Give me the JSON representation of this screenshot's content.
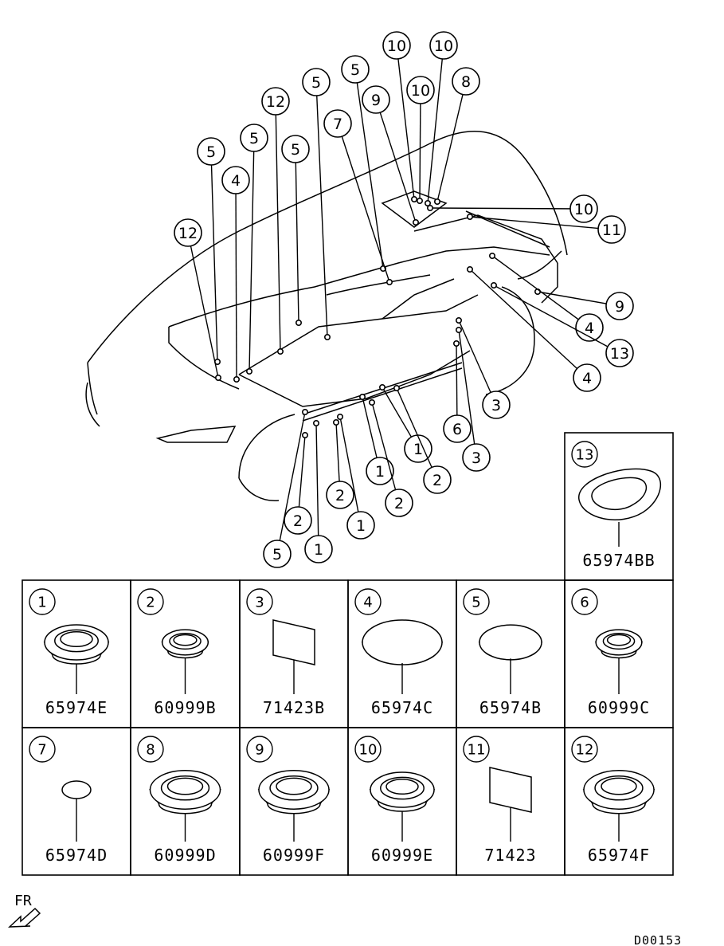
{
  "figure": {
    "code": "D00153",
    "direction_label": "FR"
  },
  "callouts": [
    {
      "n": "10"
    },
    {
      "n": "10"
    },
    {
      "n": "10"
    },
    {
      "n": "8"
    },
    {
      "n": "9"
    },
    {
      "n": "5"
    },
    {
      "n": "5"
    },
    {
      "n": "7"
    },
    {
      "n": "12"
    },
    {
      "n": "5"
    },
    {
      "n": "5"
    },
    {
      "n": "5"
    },
    {
      "n": "4"
    },
    {
      "n": "12"
    },
    {
      "n": "10"
    },
    {
      "n": "11"
    },
    {
      "n": "9"
    },
    {
      "n": "4"
    },
    {
      "n": "13"
    },
    {
      "n": "4"
    },
    {
      "n": "3"
    },
    {
      "n": "6"
    },
    {
      "n": "3"
    },
    {
      "n": "1"
    },
    {
      "n": "2"
    },
    {
      "n": "1"
    },
    {
      "n": "2"
    },
    {
      "n": "2"
    },
    {
      "n": "1"
    },
    {
      "n": "2"
    },
    {
      "n": "5"
    },
    {
      "n": "1"
    }
  ],
  "parts": [
    {
      "num": "1",
      "code": "65974E"
    },
    {
      "num": "2",
      "code": "60999B"
    },
    {
      "num": "3",
      "code": "71423B"
    },
    {
      "num": "4",
      "code": "65974C"
    },
    {
      "num": "5",
      "code": "65974B"
    },
    {
      "num": "6",
      "code": "60999C"
    },
    {
      "num": "7",
      "code": "65974D"
    },
    {
      "num": "8",
      "code": "60999D"
    },
    {
      "num": "9",
      "code": "60999F"
    },
    {
      "num": "10",
      "code": "60999E"
    },
    {
      "num": "11",
      "code": "71423"
    },
    {
      "num": "12",
      "code": "65974F"
    },
    {
      "num": "13",
      "code": "65974BB"
    }
  ]
}
